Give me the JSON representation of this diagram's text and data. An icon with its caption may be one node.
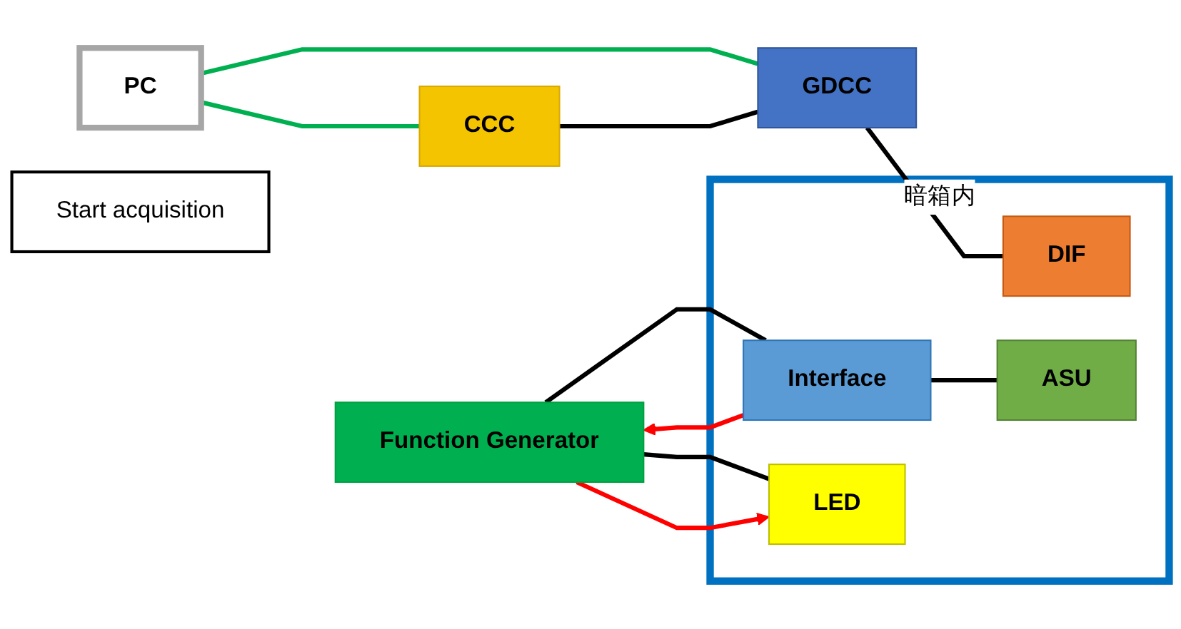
{
  "diagram": {
    "nodes": [
      {
        "text": [
          "PC"
        ]
      },
      {
        "text": [
          "CCC"
        ]
      },
      {
        "text": [
          "GDCC"
        ]
      },
      {
        "text": [
          "Function Generator"
        ]
      },
      {
        "text": [
          "Start  acquisition"
        ]
      },
      {
        "text": [
          "暗箱内"
        ]
      },
      {
        "text": [
          "DIF"
        ],
        "in": 5
      },
      {
        "text": [
          "Interface"
        ],
        "in": 5
      },
      {
        "text": [
          "ASU"
        ],
        "in": 5
      },
      {
        "text": [
          "LED"
        ],
        "in": 5
      }
    ],
    "edges": [
      {
        "from": 0,
        "to": 1,
        "arrow": "none",
        "color": "#00b050"
      },
      {
        "from": 0,
        "to": 2,
        "arrow": "none",
        "color": "#00b050"
      },
      {
        "from": 1,
        "to": 2,
        "arrow": "none"
      },
      {
        "from": 2,
        "to": 6,
        "arrow": "none"
      },
      {
        "from": 3,
        "to": 7,
        "arrow": "none"
      },
      {
        "from": 7,
        "to": 3,
        "arrow": "to",
        "color": "#ff0000"
      },
      {
        "from": 3,
        "to": 9,
        "arrow": "none"
      },
      {
        "from": 3,
        "to": 9,
        "arrow": "to",
        "color": "#ff0000"
      },
      {
        "from": 7,
        "to": 8,
        "arrow": "none"
      }
    ]
  }
}
